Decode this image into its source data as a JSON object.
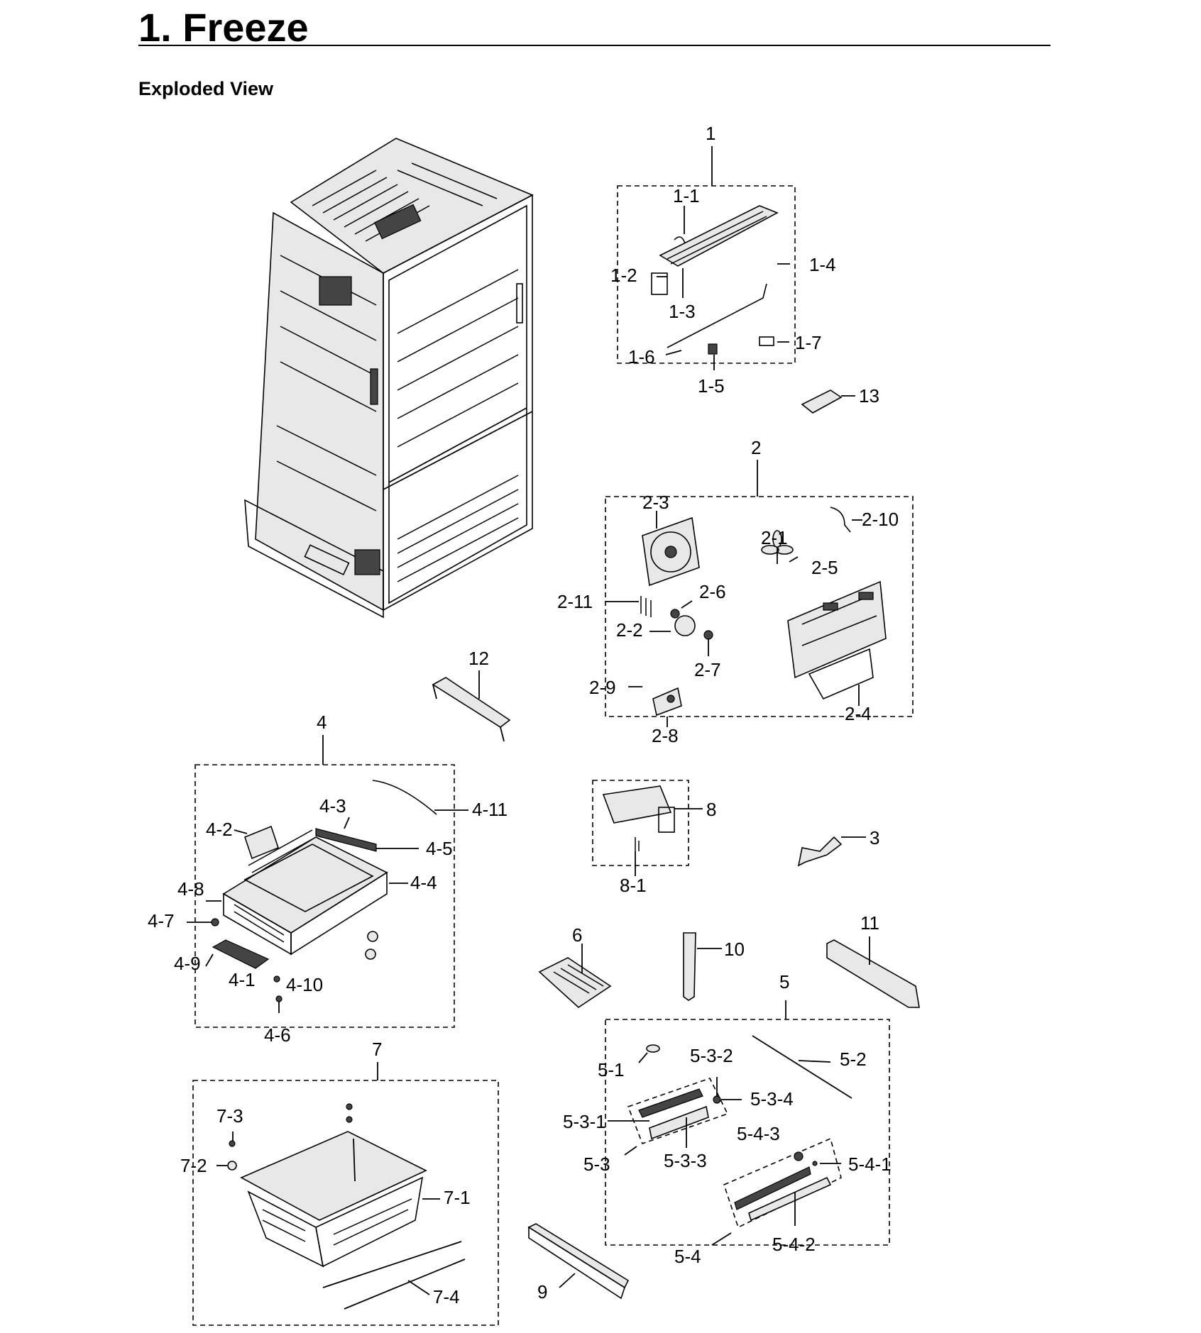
{
  "header": {
    "title": "1.  Freeze",
    "subtitle": "Exploded View"
  },
  "callouts": {
    "g1": "1",
    "c1_1": "1-1",
    "c1_2": "1-2",
    "c1_3": "1-3",
    "c1_4": "1-4",
    "c1_5": "1-5",
    "c1_6": "1-6",
    "c1_7": "1-7",
    "c13": "13",
    "g2": "2",
    "c2_1": "2-1",
    "c2_2": "2-2",
    "c2_3": "2-3",
    "c2_4": "2-4",
    "c2_5": "2-5",
    "c2_6": "2-6",
    "c2_7": "2-7",
    "c2_8": "2-8",
    "c2_9": "2-9",
    "c2_10": "2-10",
    "c2_11": "2-11",
    "c12": "12",
    "g4": "4",
    "c4_1": "4-1",
    "c4_2": "4-2",
    "c4_3": "4-3",
    "c4_4": "4-4",
    "c4_5": "4-5",
    "c4_6": "4-6",
    "c4_7": "4-7",
    "c4_8": "4-8",
    "c4_9": "4-9",
    "c4_10": "4-10",
    "c4_11": "4-11",
    "c8": "8",
    "c8_1": "8-1",
    "c3": "3",
    "c6": "6",
    "c10": "10",
    "c11": "11",
    "g5": "5",
    "c5_1": "5-1",
    "c5_2": "5-2",
    "c5_3": "5-3",
    "c5_3_1": "5-3-1",
    "c5_3_2": "5-3-2",
    "c5_3_3": "5-3-3",
    "c5_3_4": "5-3-4",
    "c5_4": "5-4",
    "c5_4_1": "5-4-1",
    "c5_4_2": "5-4-2",
    "c5_4_3": "5-4-3",
    "g7": "7",
    "c7_1": "7-1",
    "c7_2": "7-2",
    "c7_3": "7-3",
    "c7_4": "7-4",
    "c9": "9"
  }
}
